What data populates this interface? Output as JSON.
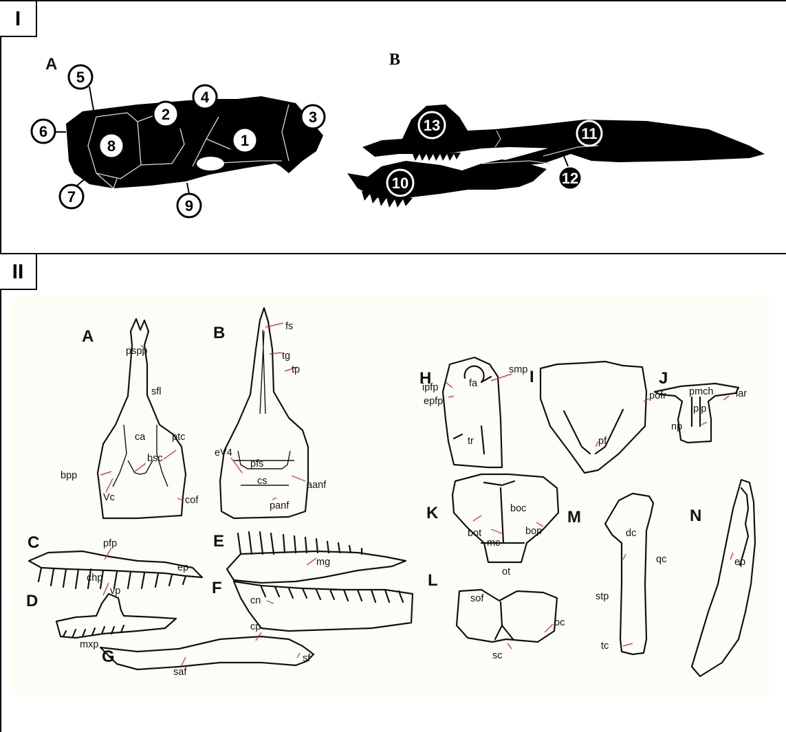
{
  "panels": {
    "panel1": {
      "tag": "I",
      "letters": {
        "a": "A",
        "b": "B"
      },
      "numbers": [
        "1",
        "2",
        "3",
        "4",
        "5",
        "6",
        "7",
        "8",
        "9",
        "10",
        "11",
        "12",
        "13"
      ]
    },
    "panel2": {
      "tag": "II",
      "letters": [
        "A",
        "B",
        "C",
        "D",
        "E",
        "F",
        "G",
        "H",
        "I",
        "J",
        "K",
        "L",
        "M",
        "N"
      ],
      "labels": {
        "pspp": "pspp",
        "sfl": "sfl",
        "ca": "ca",
        "ptc": "ptc",
        "bpp": "bpp",
        "bsc": "bsc",
        "vc": "Vc",
        "cof": "cof",
        "fs": "fs",
        "tg": "tg",
        "tp": "tp",
        "ev4": "eV4",
        "pfs": "pfs",
        "cs": "cs",
        "aanf": "aanf",
        "panf": "panf",
        "pfp": "pfp",
        "ep_c": "ep",
        "chp": "chp",
        "vp": "vp",
        "mxp": "mxp",
        "mg": "mg",
        "cn": "cn",
        "saf": "saf",
        "cp": "cp",
        "sf": "sf",
        "ipfp": "ipfp",
        "epfp": "epfp",
        "fa": "fa",
        "smp": "smp",
        "tr": "tr",
        "pofr": "pofr",
        "pf": "pf",
        "pmch": "pmch",
        "lar": "lar",
        "plp": "plp",
        "np": "np",
        "boc": "boc",
        "bot": "bot",
        "bop": "bop",
        "mc": "mc",
        "ot": "ot",
        "sof": "sof",
        "oc": "oc",
        "sc": "sc",
        "dc": "dc",
        "qc": "qc",
        "stp": "stp",
        "tc": "tc",
        "ep_n": "ep"
      }
    }
  }
}
